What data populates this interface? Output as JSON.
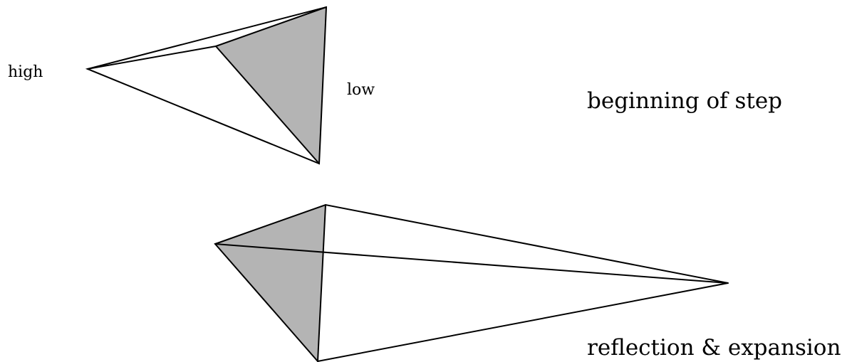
{
  "labels": {
    "high": "high",
    "low": "low",
    "beginning": "beginning of step",
    "reflection": "reflection & expansion"
  },
  "colors": {
    "stroke": "#000000",
    "shade": "#b4b4b4",
    "background": "#ffffff"
  }
}
